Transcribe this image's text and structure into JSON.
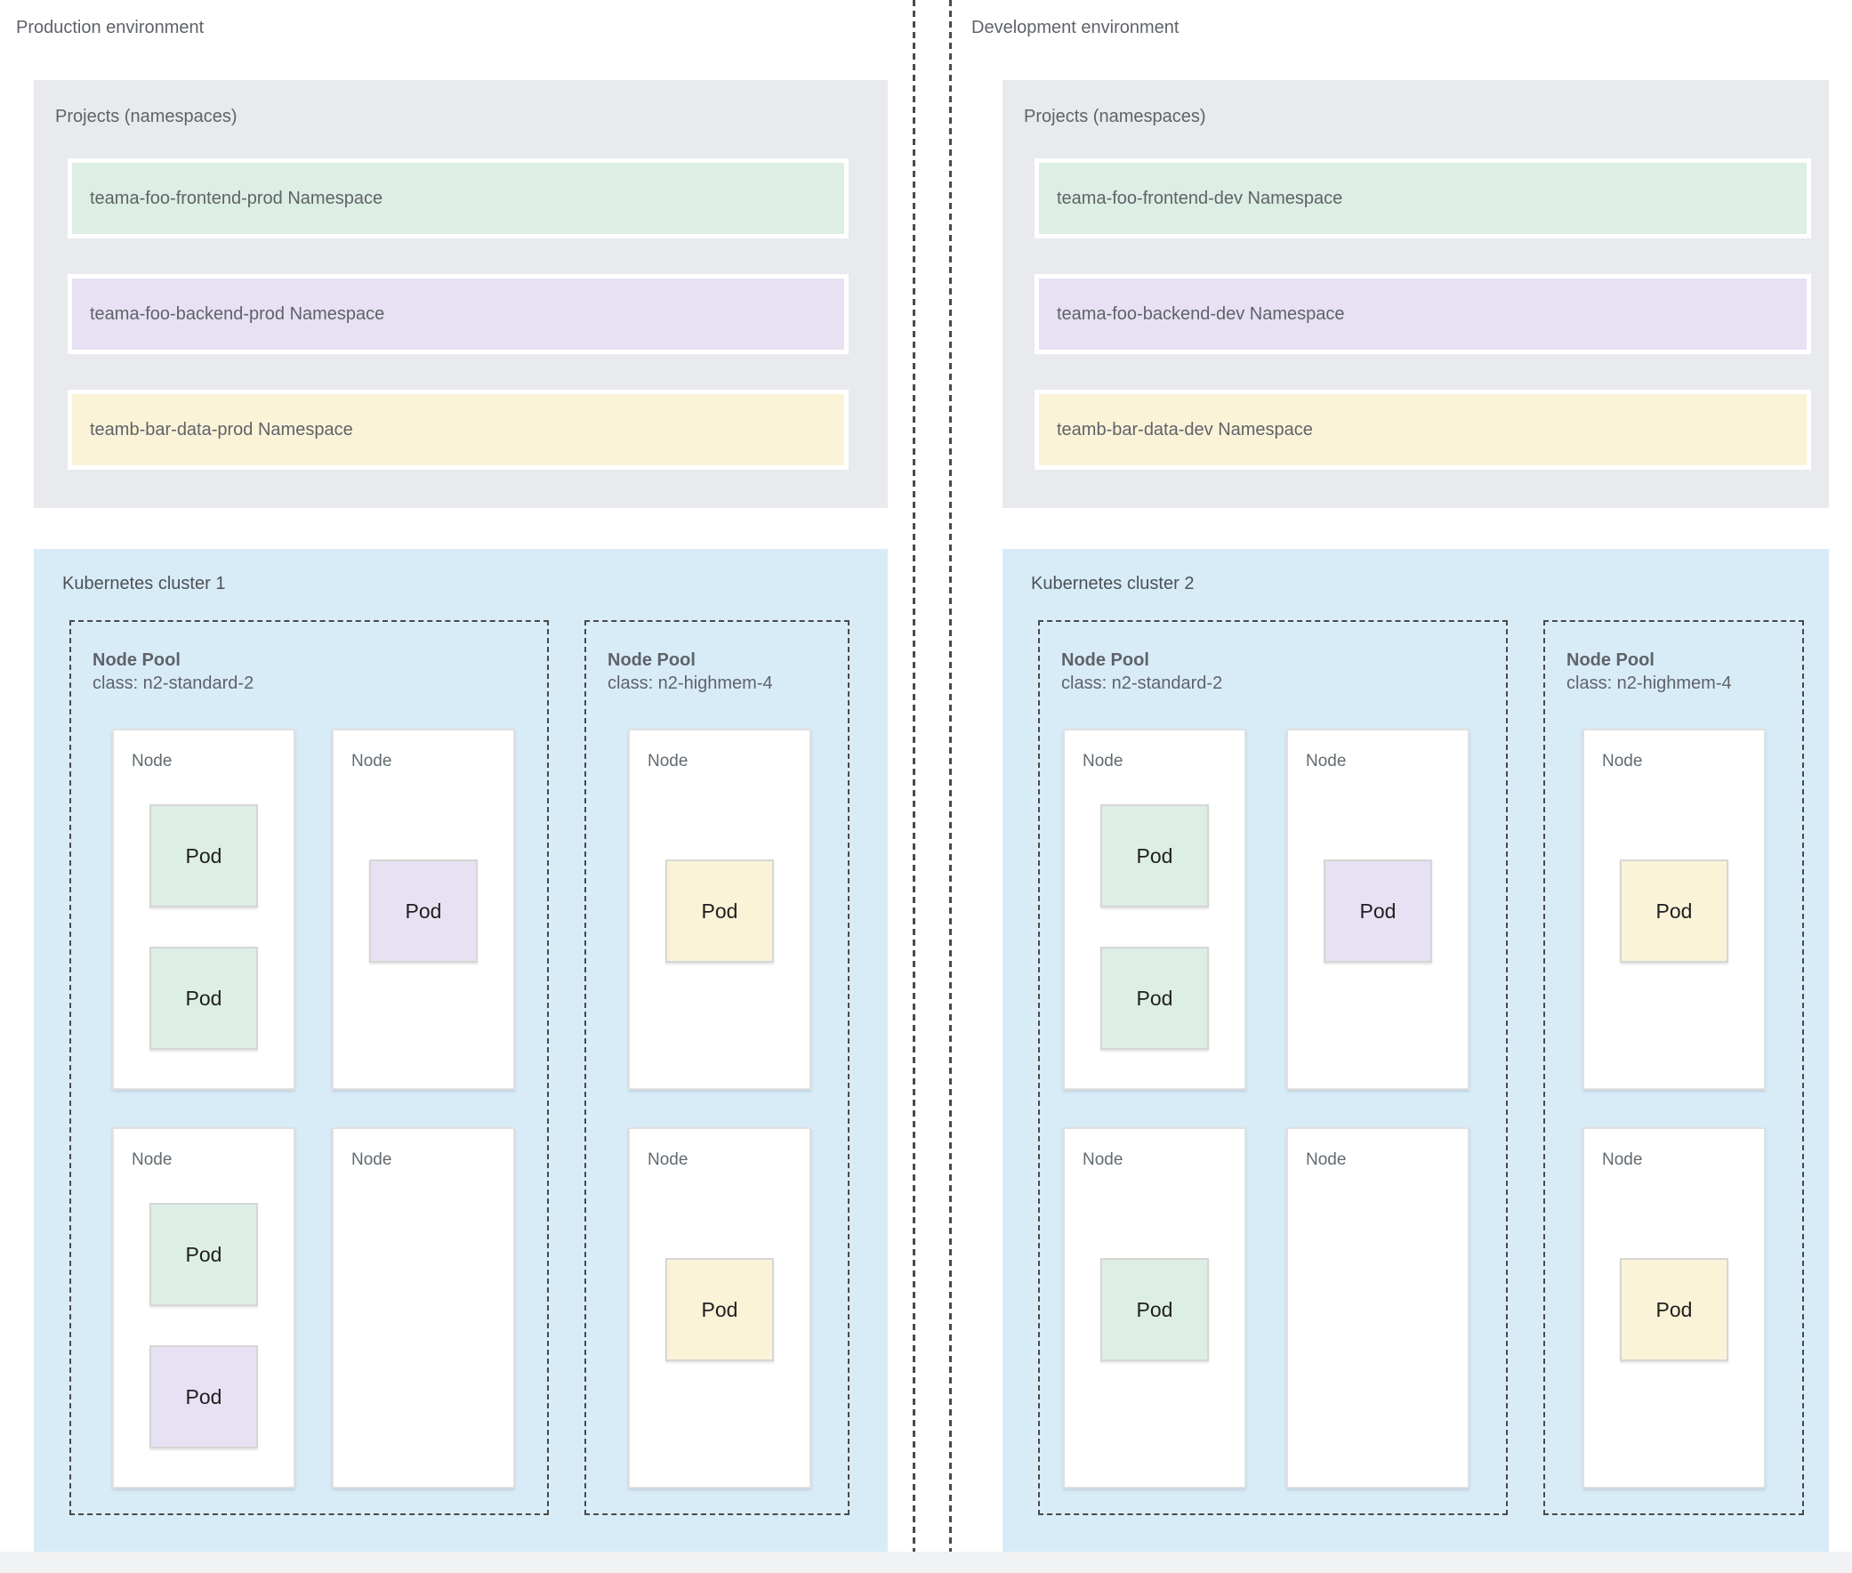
{
  "page": {
    "background": "#ffffff",
    "divider_color": "#4a4a4a",
    "bottom_strip_color": "#f1f2f3"
  },
  "palette": {
    "panel_gray": "#e8eaed",
    "cluster_blue": "#d8ecf8",
    "namespace_green": "#ddeee4",
    "namespace_purple": "#e7e1f3",
    "namespace_yellow": "#fbf3d8",
    "node_white": "#ffffff",
    "label_gray": "#5f6368",
    "pod_text": "#1f1f1f"
  },
  "environments": [
    {
      "title": "Production environment",
      "projects": {
        "label": "Projects (namespaces)",
        "namespaces": [
          {
            "label": "teama-foo-frontend-prod Namespace",
            "color": "#ddeee4"
          },
          {
            "label": "teama-foo-backend-prod Namespace",
            "color": "#e7e1f3"
          },
          {
            "label": "teamb-bar-data-prod Namespace",
            "color": "#fbf3d8"
          }
        ]
      },
      "cluster": {
        "label": "Kubernetes cluster 1",
        "node_pools": [
          {
            "name": "Node Pool",
            "class_line": "class: n2-standard-2",
            "nodes": [
              {
                "label": "Node",
                "pods": [
                  {
                    "label": "Pod",
                    "color": "#ddeee4"
                  },
                  {
                    "label": "Pod",
                    "color": "#ddeee4"
                  }
                ]
              },
              {
                "label": "Node",
                "pods": [
                  {
                    "label": "Pod",
                    "color": "#e7e1f3"
                  }
                ]
              },
              {
                "label": "Node",
                "pods": [
                  {
                    "label": "Pod",
                    "color": "#ddeee4"
                  },
                  {
                    "label": "Pod",
                    "color": "#e7e1f3"
                  }
                ]
              },
              {
                "label": "Node",
                "pods": []
              }
            ]
          },
          {
            "name": "Node Pool",
            "class_line": "class: n2-highmem-4",
            "nodes": [
              {
                "label": "Node",
                "pods": [
                  {
                    "label": "Pod",
                    "color": "#fbf3d8"
                  }
                ]
              },
              {
                "label": "Node",
                "pods": [
                  {
                    "label": "Pod",
                    "color": "#fbf3d8"
                  }
                ]
              }
            ]
          }
        ]
      }
    },
    {
      "title": "Development environment",
      "projects": {
        "label": "Projects (namespaces)",
        "namespaces": [
          {
            "label": "teama-foo-frontend-dev Namespace",
            "color": "#ddeee4"
          },
          {
            "label": "teama-foo-backend-dev Namespace",
            "color": "#e7e1f3"
          },
          {
            "label": "teamb-bar-data-dev Namespace",
            "color": "#fbf3d8"
          }
        ]
      },
      "cluster": {
        "label": "Kubernetes cluster 2",
        "node_pools": [
          {
            "name": "Node Pool",
            "class_line": "class: n2-standard-2",
            "nodes": [
              {
                "label": "Node",
                "pods": [
                  {
                    "label": "Pod",
                    "color": "#ddeee4"
                  },
                  {
                    "label": "Pod",
                    "color": "#ddeee4"
                  }
                ]
              },
              {
                "label": "Node",
                "pods": [
                  {
                    "label": "Pod",
                    "color": "#e7e1f3"
                  }
                ]
              },
              {
                "label": "Node",
                "pods": [
                  {
                    "label": "Pod",
                    "color": "#ddeee4"
                  }
                ]
              },
              {
                "label": "Node",
                "pods": []
              }
            ]
          },
          {
            "name": "Node Pool",
            "class_line": "class: n2-highmem-4",
            "nodes": [
              {
                "label": "Node",
                "pods": [
                  {
                    "label": "Pod",
                    "color": "#fbf3d8"
                  }
                ]
              },
              {
                "label": "Node",
                "pods": [
                  {
                    "label": "Pod",
                    "color": "#fbf3d8"
                  }
                ]
              }
            ]
          }
        ]
      }
    }
  ]
}
